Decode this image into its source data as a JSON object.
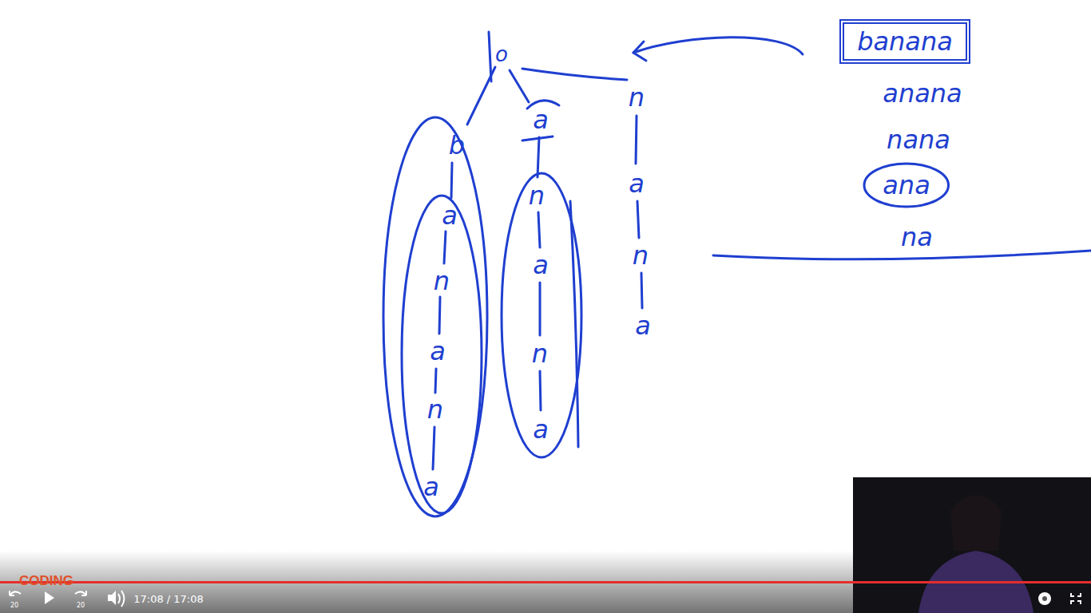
{
  "diagram": {
    "nodes": [
      {
        "text": [
          "banana"
        ]
      },
      {
        "text": [
          "ana"
        ]
      }
    ],
    "labels": [
      "o",
      "b",
      "a",
      "n",
      "a",
      "n",
      "a",
      "a",
      "n",
      "a",
      "n",
      "a",
      "n",
      "a",
      "n",
      "a",
      "anana",
      "nana",
      "na",
      "20",
      "20",
      "17:08 / 17:08",
      "CODING"
    ]
  }
}
